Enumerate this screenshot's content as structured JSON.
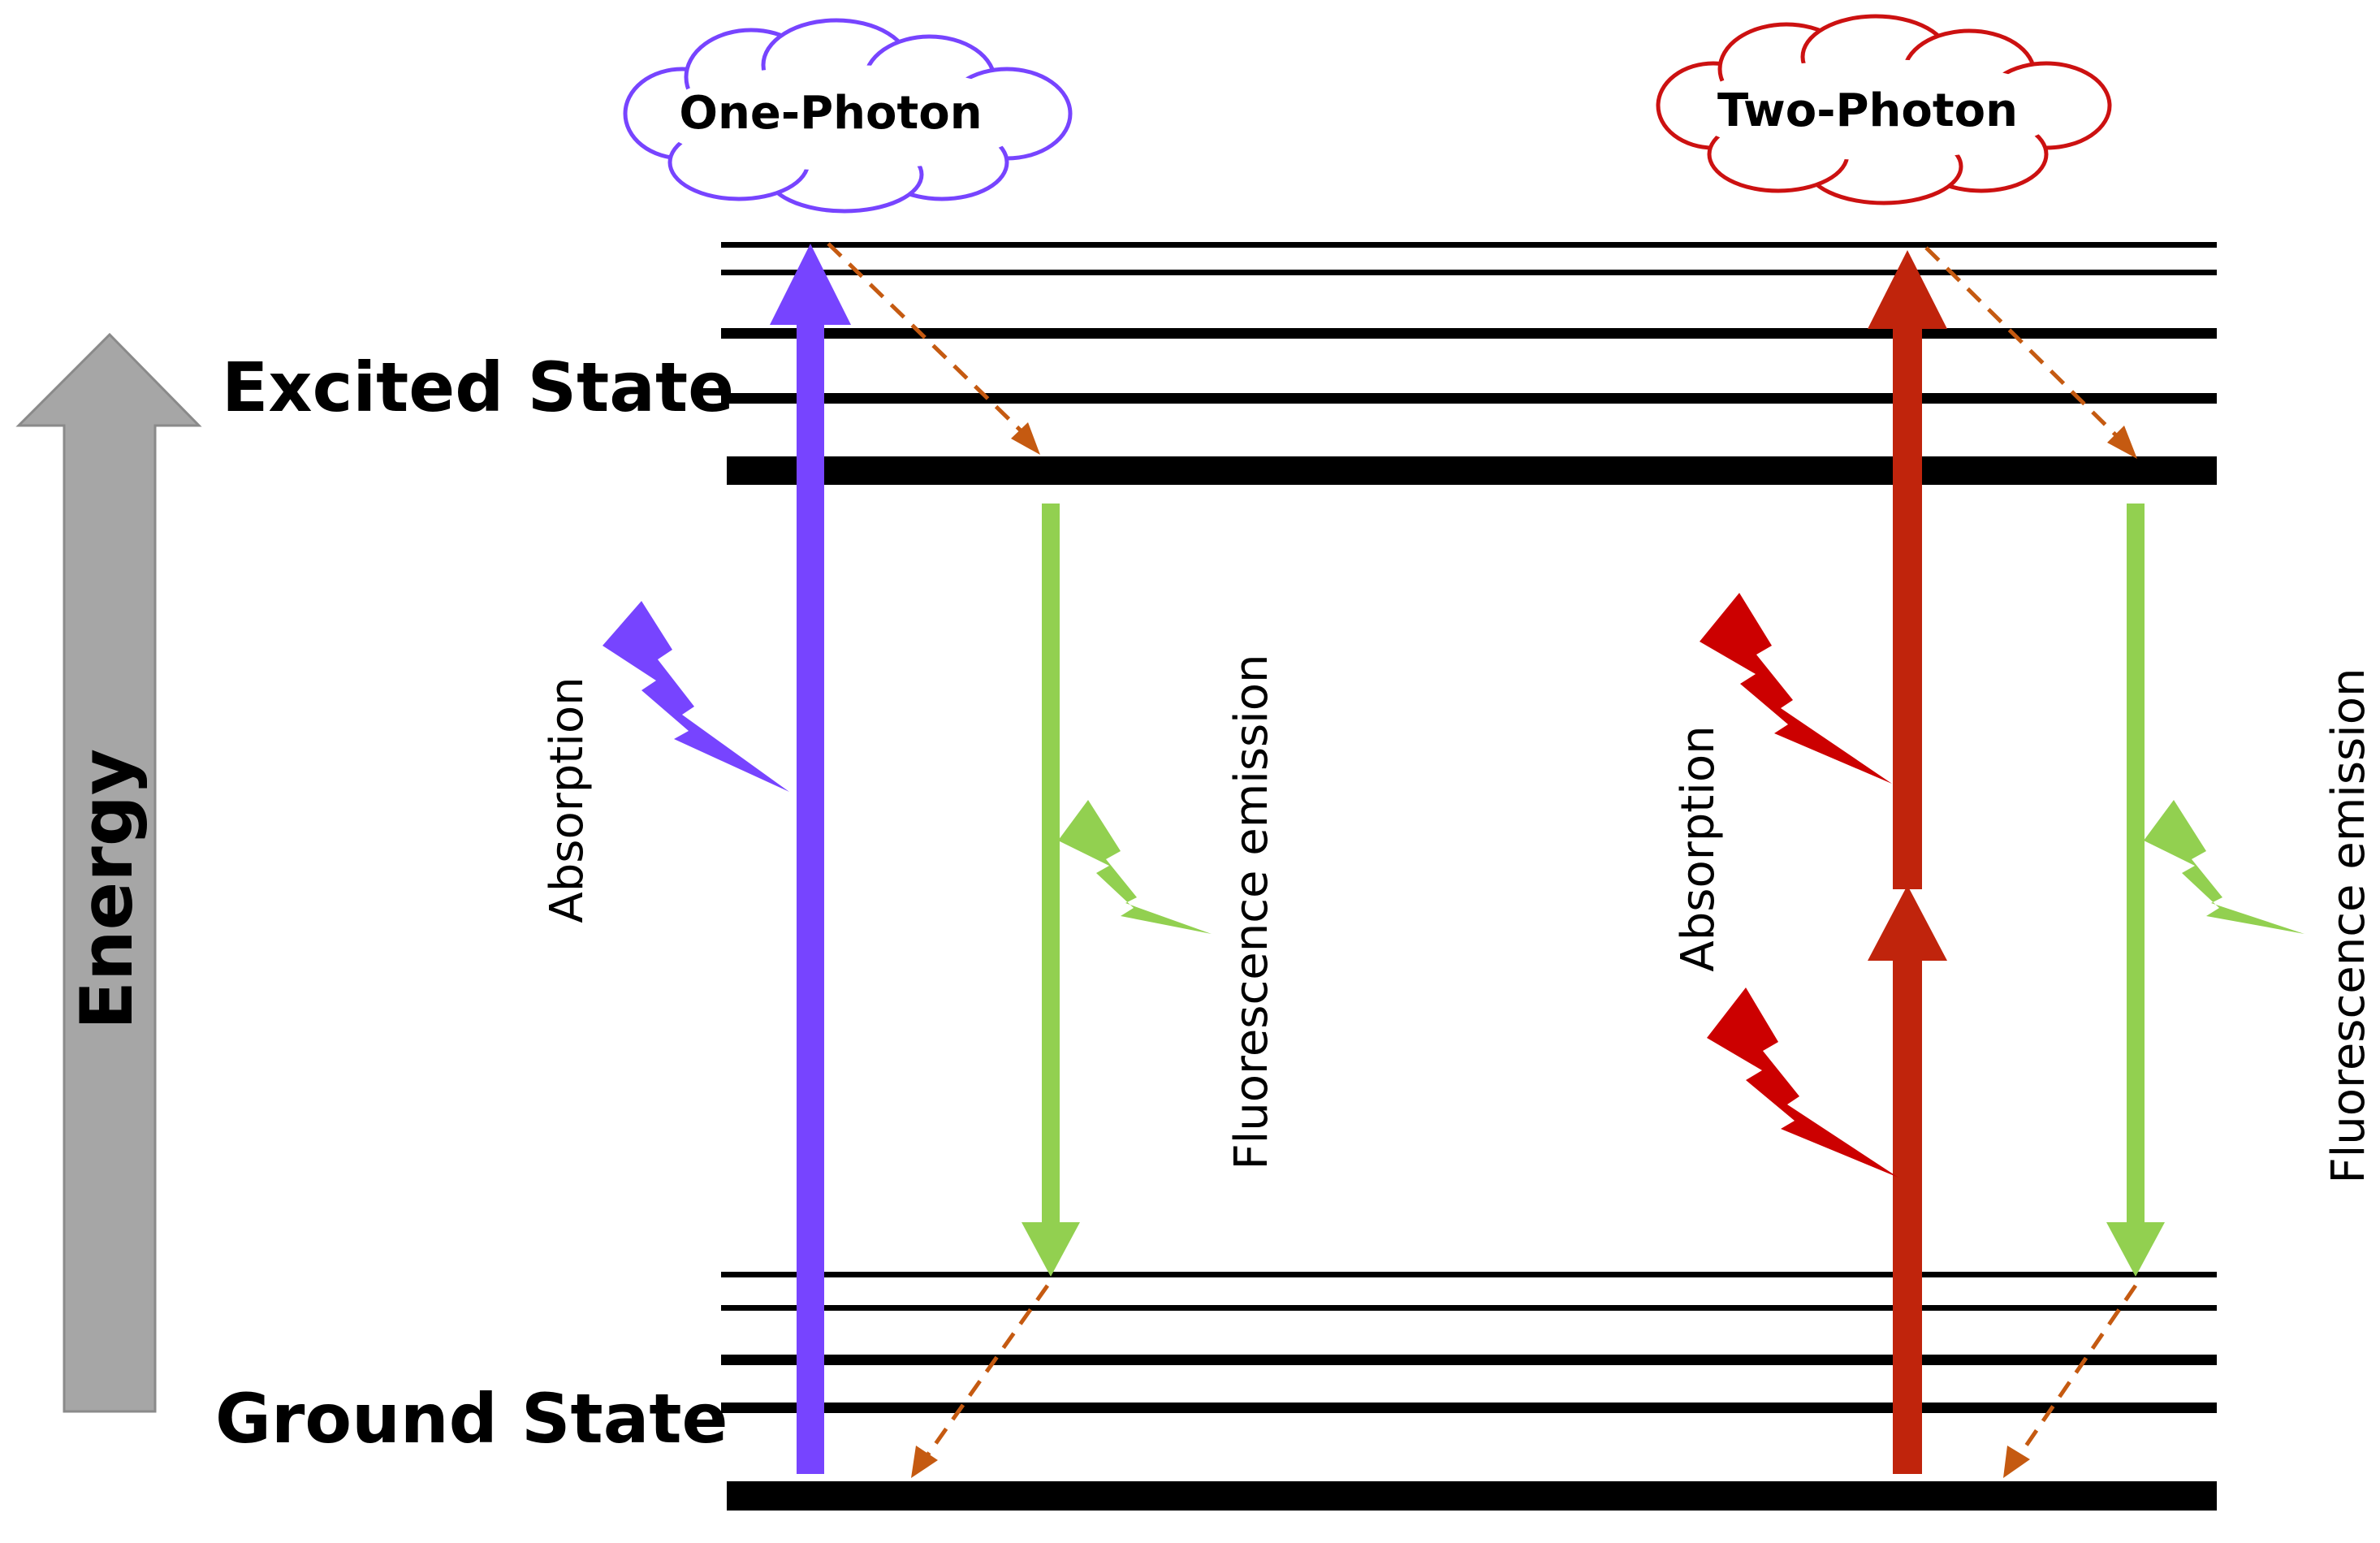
{
  "labels": {
    "energy": "Energy",
    "excited_state": "Excited State",
    "ground_state": "Ground State"
  },
  "panels": [
    {
      "title": "One-Photon",
      "absorption": "Absorption",
      "emission": "Fluorescence emission"
    },
    {
      "title": "Two-Photon",
      "absorption": "Absorption",
      "emission": "Fluorescence emission"
    }
  ],
  "colors": {
    "one_photon": "#7744ff",
    "two_photon_arrow": "#c0240c",
    "two_photon_bolt": "#cc0000",
    "two_photon_cloud": "#cc1111",
    "emission": "#92d050",
    "relaxation": "#c55a11",
    "energy_arrow": "#a6a6a6"
  }
}
